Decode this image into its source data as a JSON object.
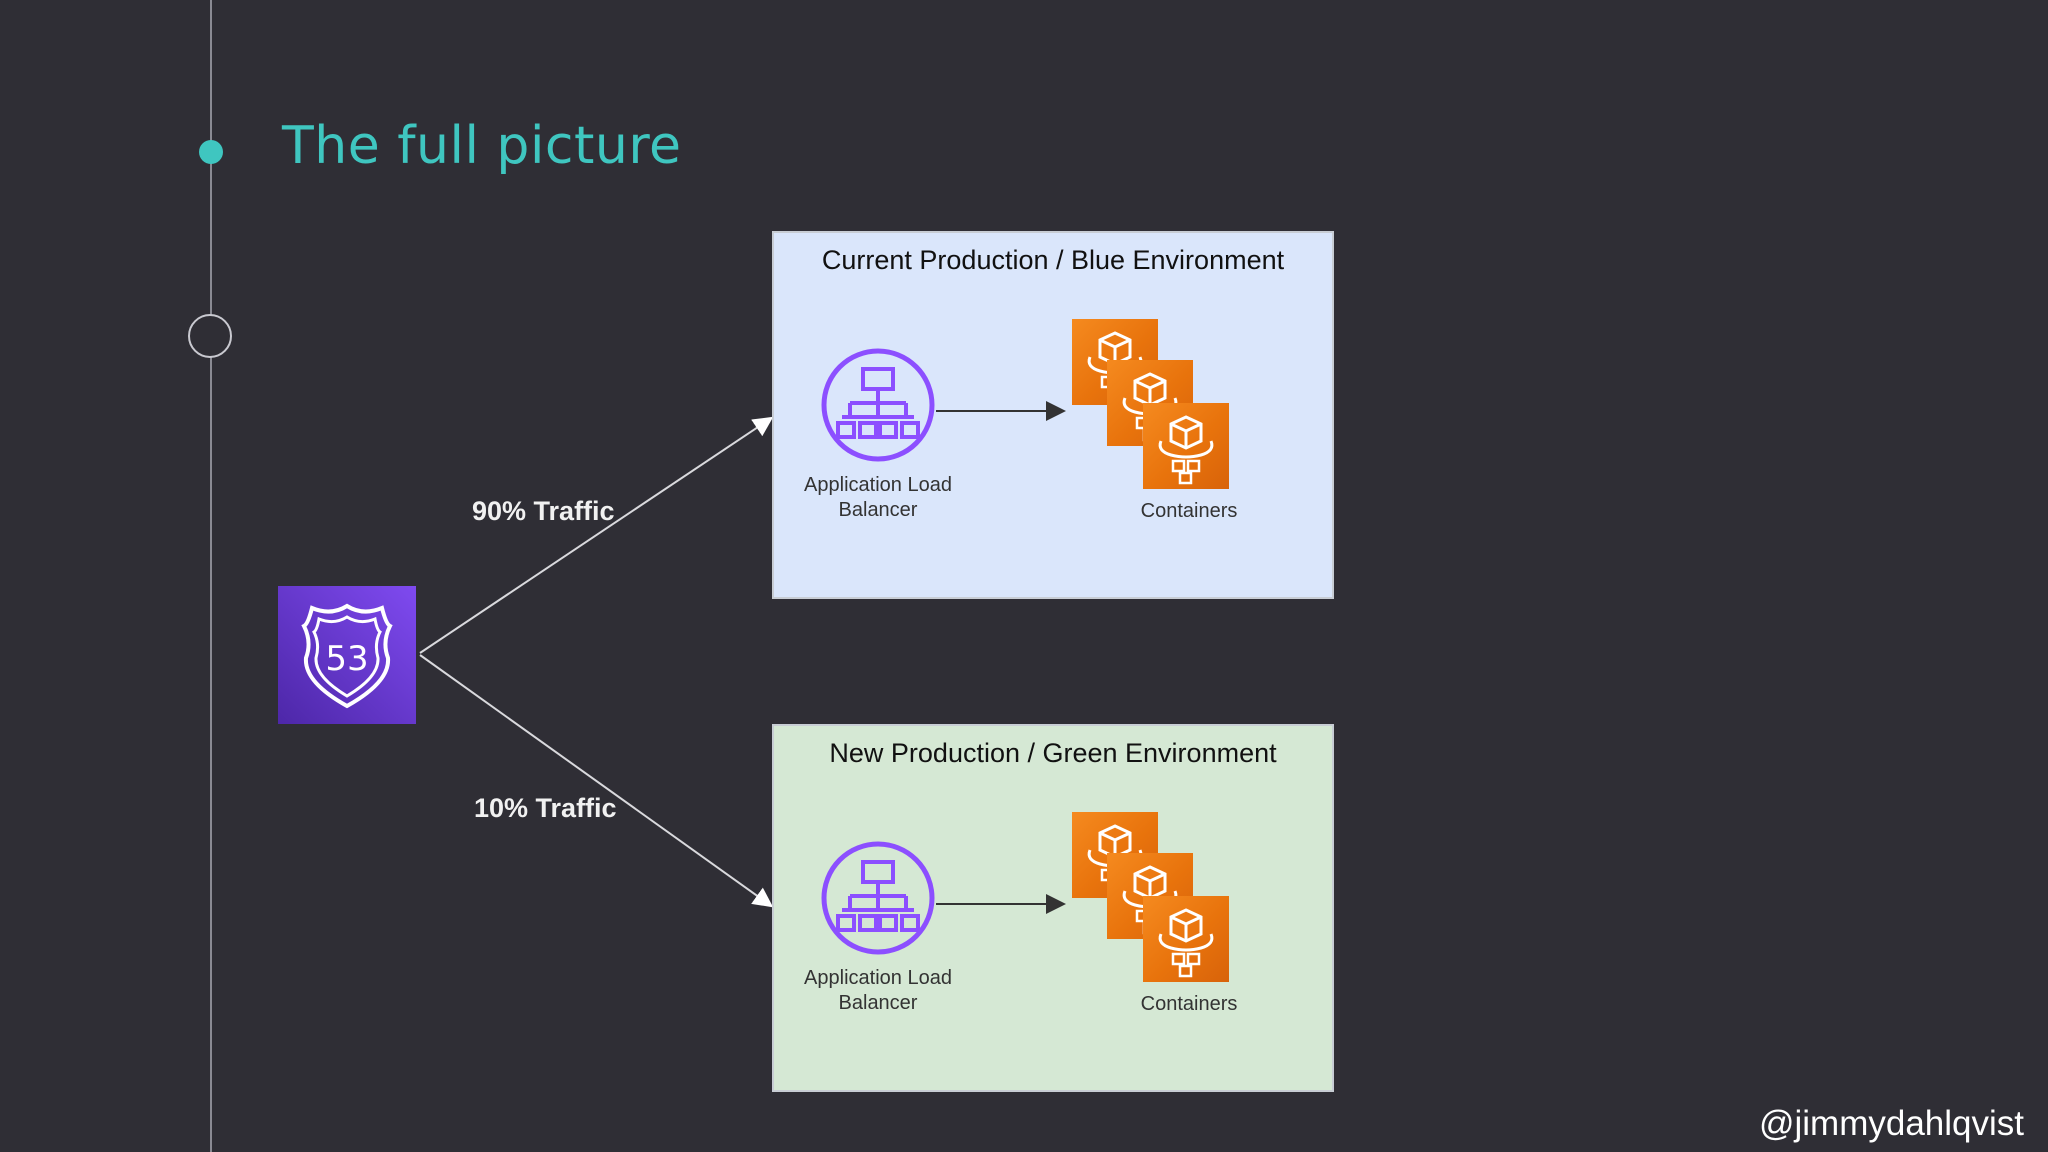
{
  "slide": {
    "title": "The full picture",
    "handle": "@jimmydahlqvist"
  },
  "colors": {
    "background": "#2f2e35",
    "accent": "#3fc6c0",
    "blue_env": "#dae6fb",
    "green_env": "#d5e8d4",
    "route53": "#7f4af0",
    "alb": "#8c4fff",
    "container": "#f58a1f"
  },
  "diagram": {
    "source_icon": "route53-icon",
    "route53_badge": "53",
    "routes": [
      {
        "label": "90% Traffic",
        "target": "blue"
      },
      {
        "label": "10% Traffic",
        "target": "green"
      }
    ],
    "environments": [
      {
        "id": "blue",
        "title": "Current Production / Blue Environment",
        "alb_label_line1": "Application Load",
        "alb_label_line2": "Balancer",
        "containers_label": "Containers"
      },
      {
        "id": "green",
        "title": "New Production / Green Environment",
        "alb_label_line1": "Application Load",
        "alb_label_line2": "Balancer",
        "containers_label": "Containers"
      }
    ]
  }
}
